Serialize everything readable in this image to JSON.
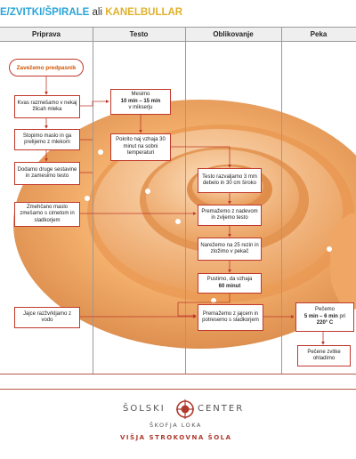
{
  "title": {
    "part1": "E/ZVITKI/ŠPIRALE",
    "connector": " ali ",
    "part2": "KANELBULLAR"
  },
  "lanes": [
    "Priprava",
    "Testo",
    "Oblikovanje",
    "Peka"
  ],
  "start_label": "Zavežemo predpasnik",
  "steps": {
    "kvas": "Kvas razmešamo v nekaj žlicah mleka",
    "maslo": "Stopimo maslo in ga prelijemo z mlekom",
    "sestavine": "Dodamo druge sestavine in zamesimo testo",
    "mesimo_pre": "Mesimo",
    "mesimo_bold": "10 min – 15 min",
    "mesimo_post": "v mikserju",
    "pokrito": "Pokrito naj vzhaja 30 minut na sobni temperaturi",
    "zmehcano": "Zmehčano maslo zmešamo s cimetom in sladkorjem",
    "razvaljamo": "Testo razvaljamo 3 mm debelo in 30 cm široko",
    "premazemo_nadev": "Premažemo z nadevom in zvijemo testo",
    "narezemo": "Narežemo na 25 rezin in zložimo v pekač",
    "pustimo_pre": "Pustimo, da vzhaja",
    "pustimo_bold": "60 minut",
    "jajce": "Jajce razžvrkljamo z vodo",
    "premazemo_jajce": "Premažemo z jajcem in potresemo s sladkorjem",
    "pecemo_pre": "Pečemo",
    "pecemo_bold1": "5 min – 6 min",
    "pecemo_mid": " pri ",
    "pecemo_bold2": "220° C",
    "pecene": "Pečene zvitke ohladimo"
  },
  "footer": {
    "school_left": "ŠOLSKI",
    "school_right": "CENTER",
    "city": "ŠKOFJA LOKA",
    "tagline": "VIŠJA STROKOVNA ŠOLA"
  },
  "colors": {
    "accent": "#c0392b",
    "title_blue": "#2aa4d8",
    "title_gold": "#e0b12c",
    "pastry": "#f0a765"
  }
}
